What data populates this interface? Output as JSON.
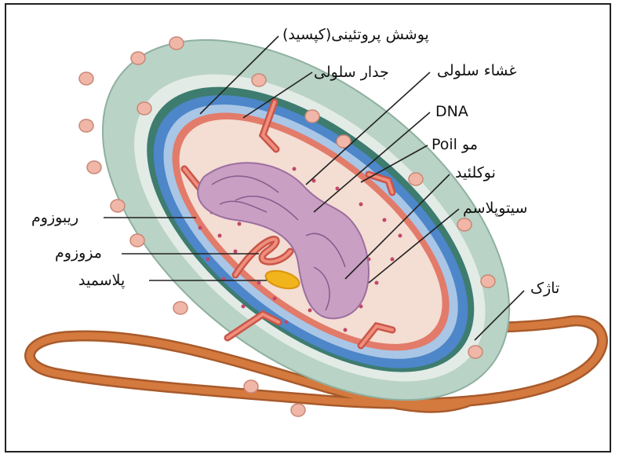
{
  "labels": {
    "capsid": "پوشش پروتئینی(کپسید)",
    "plasma_membrane": "غشاء سلولی",
    "cell_wall": "جدار سلولی",
    "dna": "DNA",
    "pili": "مو Poil",
    "nucleoid": "نوکلئید",
    "cytoplasm": "سیتوپلاسم",
    "ribosome": "ریبوزوم",
    "mesosome": "مزوزوم",
    "plasmid": "پلاسمید",
    "flagellum": "تاژک"
  },
  "colors": {
    "capsule": "#b9d3c6",
    "wall_blue": "#4d86c9",
    "membrane": "#e27b6a",
    "cytoplasm": "#f4ddd2",
    "nucleoid": "#c99fc3",
    "flagellum": "#d47a3f",
    "plasmid": "#f2b41c",
    "pili_bumps": "#f0b7a8"
  }
}
